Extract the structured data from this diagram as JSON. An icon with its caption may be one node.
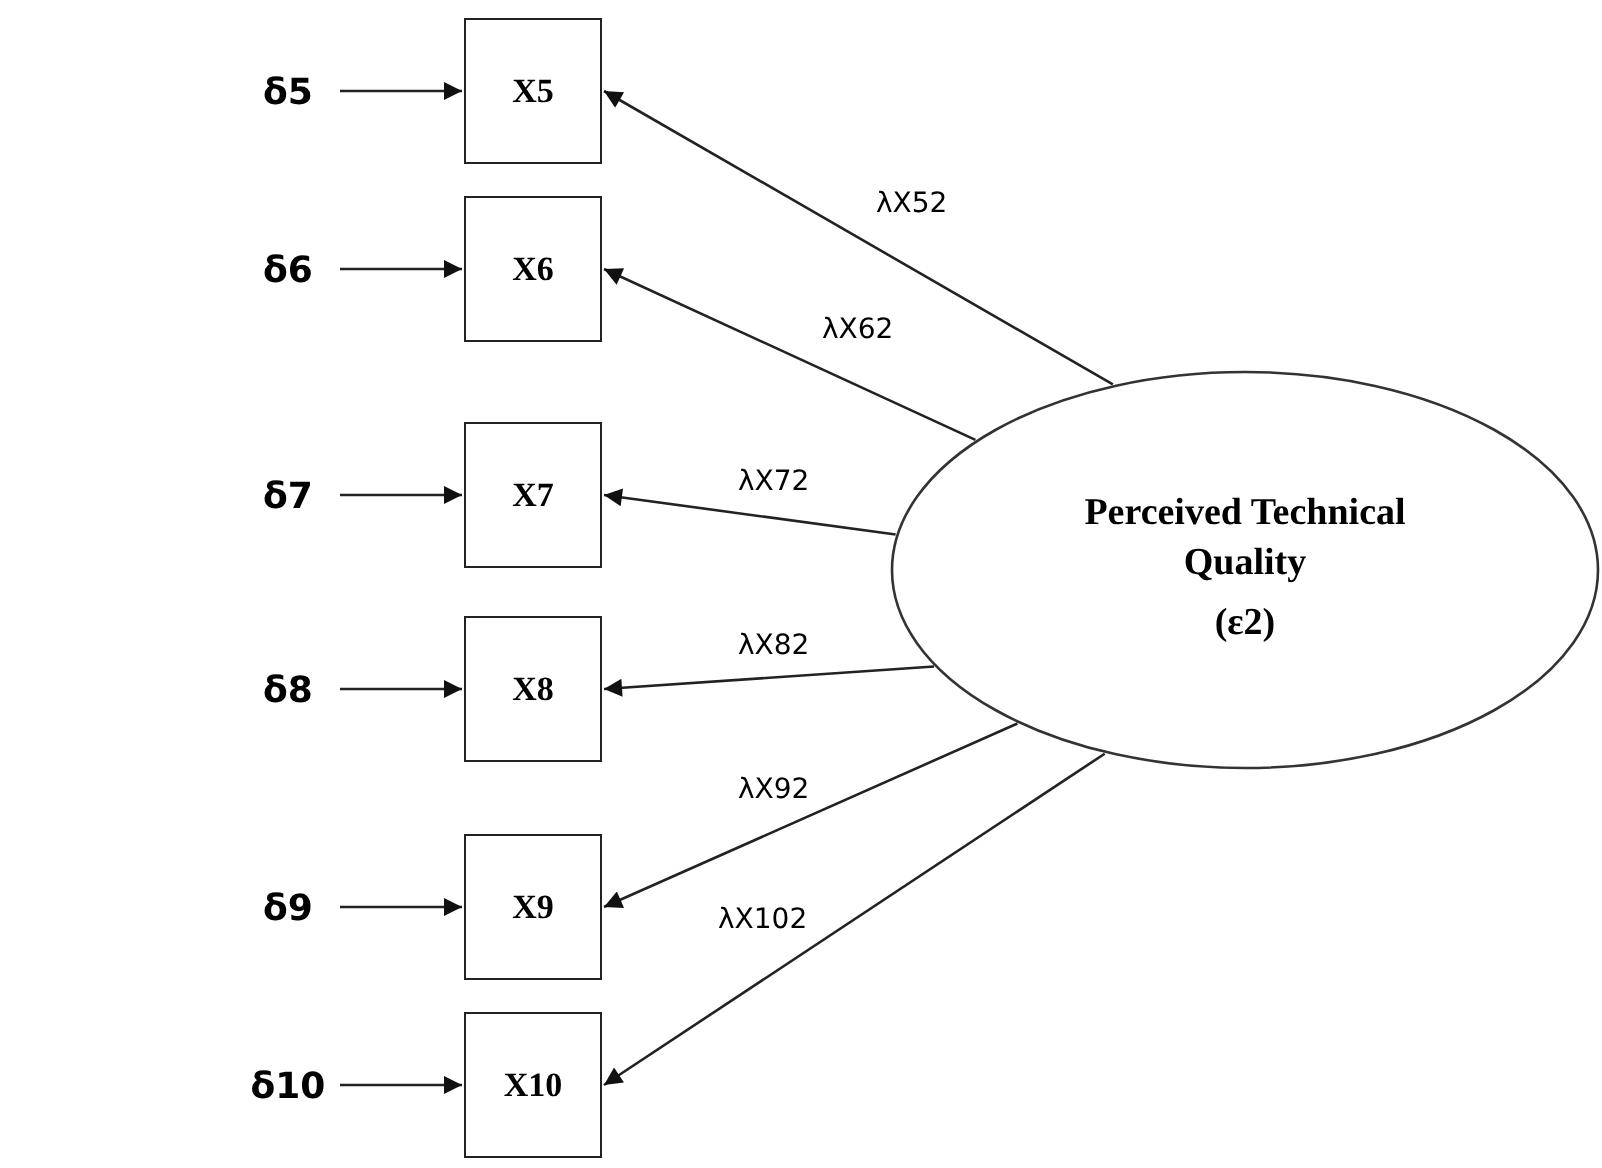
{
  "diagram": {
    "nodes": [
      {
        "text": [
          "Perceived Technical Quality",
          "(ε2)"
        ]
      },
      {
        "text": [
          "X5"
        ]
      },
      {
        "text": [
          "X6"
        ]
      },
      {
        "text": [
          "X7"
        ]
      },
      {
        "text": [
          "X8"
        ]
      },
      {
        "text": [
          "X9"
        ]
      },
      {
        "text": [
          "X10"
        ]
      },
      {
        "text": [
          "δ5"
        ]
      },
      {
        "text": [
          "δ6"
        ]
      },
      {
        "text": [
          "δ7"
        ]
      },
      {
        "text": [
          "δ8"
        ]
      },
      {
        "text": [
          "δ9"
        ]
      },
      {
        "text": [
          "δ10"
        ]
      }
    ],
    "edges": [
      {
        "from": 0,
        "to": 1,
        "arrow": "to",
        "label": "λX52"
      },
      {
        "from": 0,
        "to": 2,
        "arrow": "to",
        "label": "λX62"
      },
      {
        "from": 0,
        "to": 3,
        "arrow": "to",
        "label": "λX72"
      },
      {
        "from": 0,
        "to": 4,
        "arrow": "to",
        "label": "λX82"
      },
      {
        "from": 0,
        "to": 5,
        "arrow": "to",
        "label": "λX92"
      },
      {
        "from": 0,
        "to": 6,
        "arrow": "to",
        "label": "λX102"
      },
      {
        "from": 7,
        "to": 1,
        "arrow": "to"
      },
      {
        "from": 8,
        "to": 2,
        "arrow": "to"
      },
      {
        "from": 9,
        "to": 3,
        "arrow": "to"
      },
      {
        "from": 10,
        "to": 4,
        "arrow": "to"
      },
      {
        "from": 11,
        "to": 5,
        "arrow": "to"
      },
      {
        "from": 12,
        "to": 6,
        "arrow": "to"
      }
    ]
  }
}
